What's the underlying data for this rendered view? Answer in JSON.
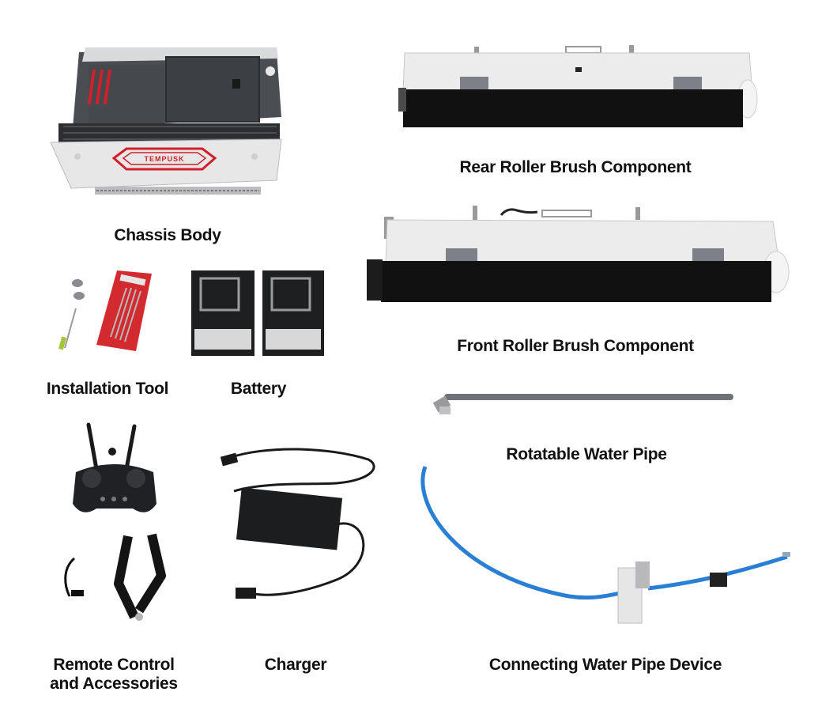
{
  "labels": {
    "chassis": "Chassis Body",
    "rear_brush": "Rear Roller Brush Component",
    "front_brush": "Front Roller Brush Component",
    "install_tool": "Installation Tool",
    "battery": "Battery",
    "water_pipe": "Rotatable Water Pipe",
    "remote_line1": "Remote Control",
    "remote_line2": "and Accessories",
    "charger": "Charger",
    "connector": "Connecting Water Pipe Device"
  },
  "logo_text": "TEMPUSK",
  "colors": {
    "background": "#ffffff",
    "label": "#111111",
    "accent_red": "#d0202a",
    "brush": "#111111",
    "housing": "#e9e9ea",
    "pipe_blue": "#2a7fd4",
    "dark_gray": "#3c3f44"
  }
}
